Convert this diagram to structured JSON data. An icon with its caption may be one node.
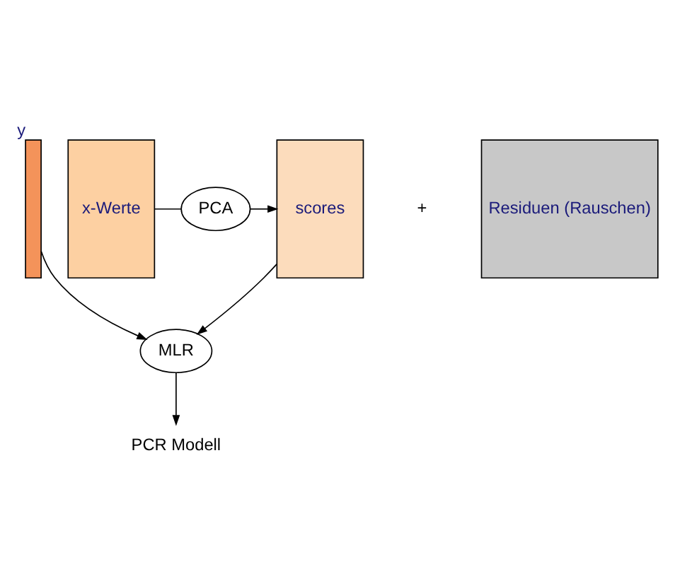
{
  "diagram": {
    "nodes": [
      {
        "text": [],
        "shape": "bar",
        "beside": [
          "y"
        ]
      },
      {
        "text": [
          "x-Werte"
        ]
      },
      {
        "text": [
          "PCA"
        ]
      },
      {
        "text": [
          "scores"
        ]
      },
      {
        "text": [
          "Residuen (Rauschen)"
        ]
      },
      {
        "text": [
          "MLR"
        ]
      },
      {
        "text": [
          "PCR Modell"
        ]
      }
    ],
    "edges": [
      {
        "from": 1,
        "to": 2,
        "arrow": "none"
      },
      {
        "from": 2,
        "to": 3,
        "arrow": "to"
      },
      {
        "from": 0,
        "to": 5,
        "arrow": "to"
      },
      {
        "from": 3,
        "to": 5,
        "arrow": "to"
      },
      {
        "from": 5,
        "to": 6,
        "arrow": "to"
      }
    ],
    "labels": [
      "+"
    ]
  }
}
